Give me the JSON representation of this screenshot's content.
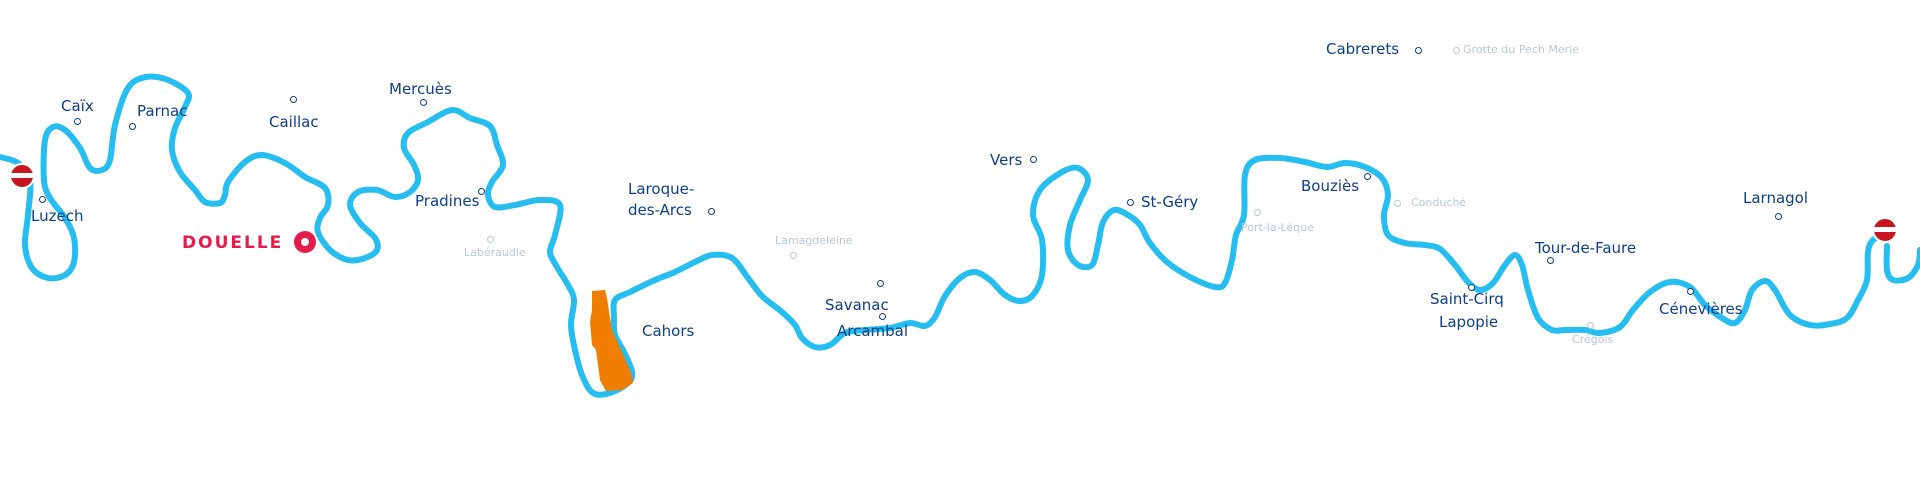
{
  "map": {
    "colors": {
      "river": "#26bdf0",
      "major": "#0e3f87",
      "minor": "#b7c9d6",
      "highlight": "#e31c4b",
      "city": "#ef7d00",
      "lock": "#c8161e"
    },
    "highlight": {
      "name": "DOUELLE",
      "icon": "location-ring-icon"
    },
    "city": {
      "name": "Cahors",
      "icon": "city-area-shape"
    },
    "major_places": [
      "Caïx",
      "Parnac",
      "Caillac",
      "Mercuès",
      "Luzech",
      "Pradines",
      "Laroque-",
      "des-Arcs",
      "Vers",
      "St-Géry",
      "Bouziès",
      "Cabrerets",
      "Savanac",
      "Arcambal",
      "Tour-de-Faure",
      "Saint-Cirq",
      "Lapopie",
      "Larnagol",
      "Cénevières"
    ],
    "minor_places": [
      "Labéraudie",
      "Lamagdeleine",
      "Port-la-Lèque",
      "Conduché",
      "Grotte du Pech Merle",
      "Crégols"
    ],
    "locks": [
      "lock-icon",
      "lock-icon"
    ]
  }
}
